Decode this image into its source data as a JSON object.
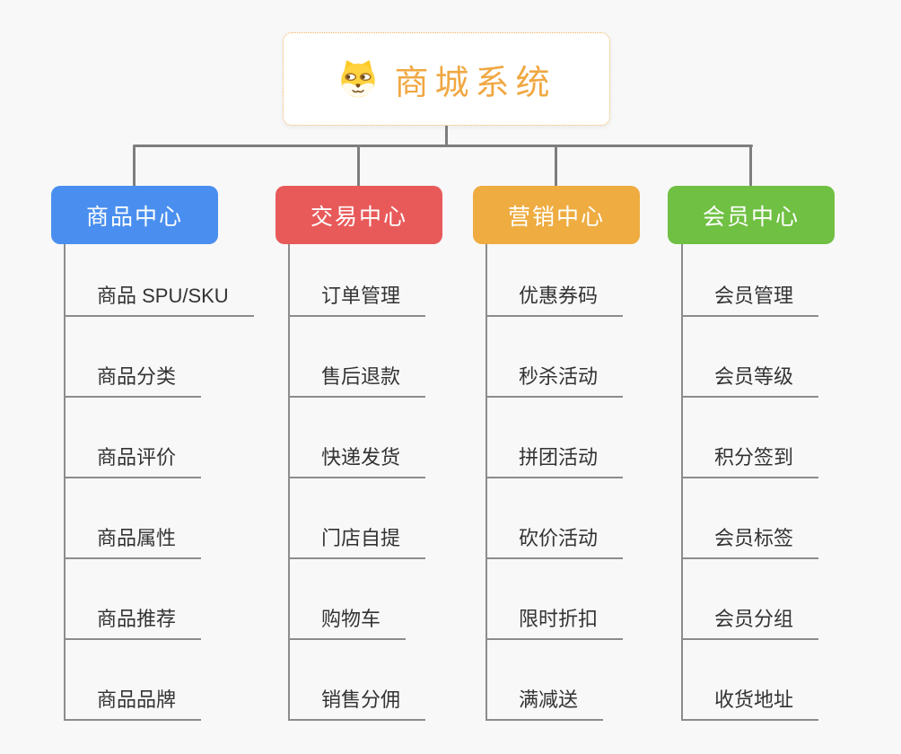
{
  "root": {
    "title": "商城系统",
    "icon": "dog-face-icon",
    "title_color": "#F0A843",
    "border_color": "#F2B35C"
  },
  "connector_color": "#7E7E7E",
  "branches": [
    {
      "label": "商品中心",
      "color": "#4a8fef",
      "children": [
        "商品 SPU/SKU",
        "商品分类",
        "商品评价",
        "商品属性",
        "商品推荐",
        "商品品牌"
      ]
    },
    {
      "label": "交易中心",
      "color": "#e85a5a",
      "children": [
        "订单管理",
        "售后退款",
        "快递发货",
        "门店自提",
        "购物车",
        "销售分佣"
      ]
    },
    {
      "label": "营销中心",
      "color": "#eeac41",
      "children": [
        "优惠券码",
        "秒杀活动",
        "拼团活动",
        "砍价活动",
        "限时折扣",
        "满减送"
      ]
    },
    {
      "label": "会员中心",
      "color": "#70c043",
      "children": [
        "会员管理",
        "会员等级",
        "积分签到",
        "会员标签",
        "会员分组",
        "收货地址"
      ]
    }
  ]
}
